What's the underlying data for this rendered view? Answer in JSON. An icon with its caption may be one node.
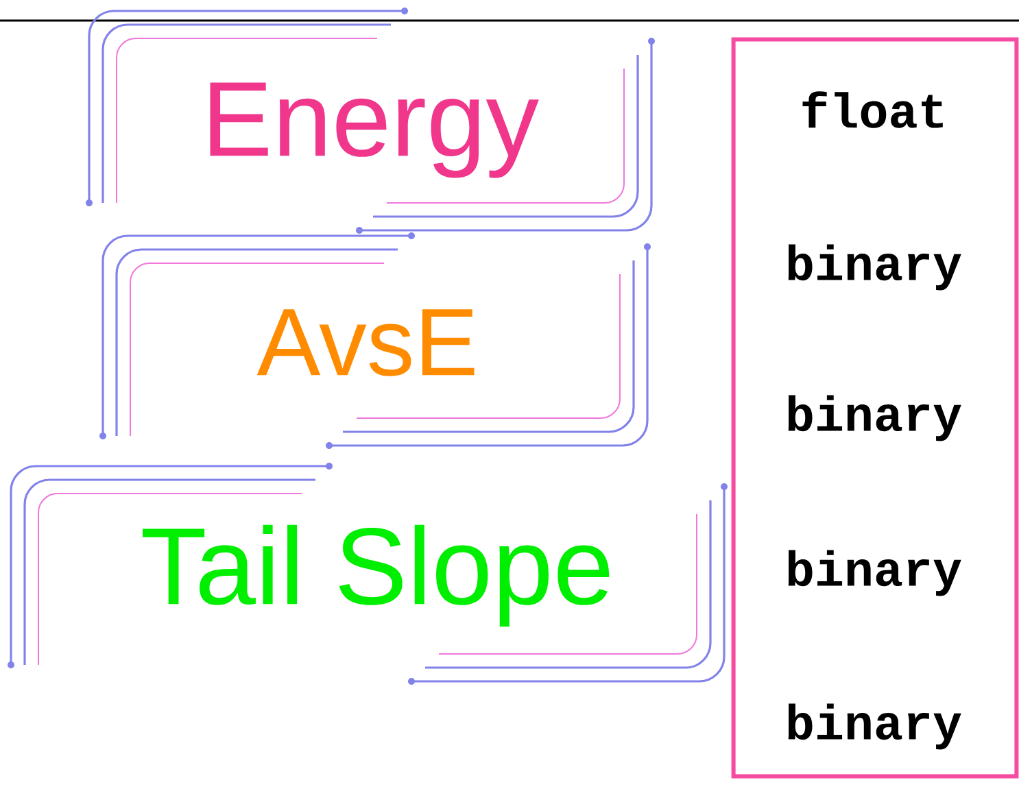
{
  "diagram": {
    "nodes": [
      {
        "text": [
          "float",
          "binary",
          "binary",
          "binary",
          "binary"
        ]
      }
    ],
    "labels": [
      "Energy",
      "AvsE",
      "Tail Slope"
    ]
  }
}
